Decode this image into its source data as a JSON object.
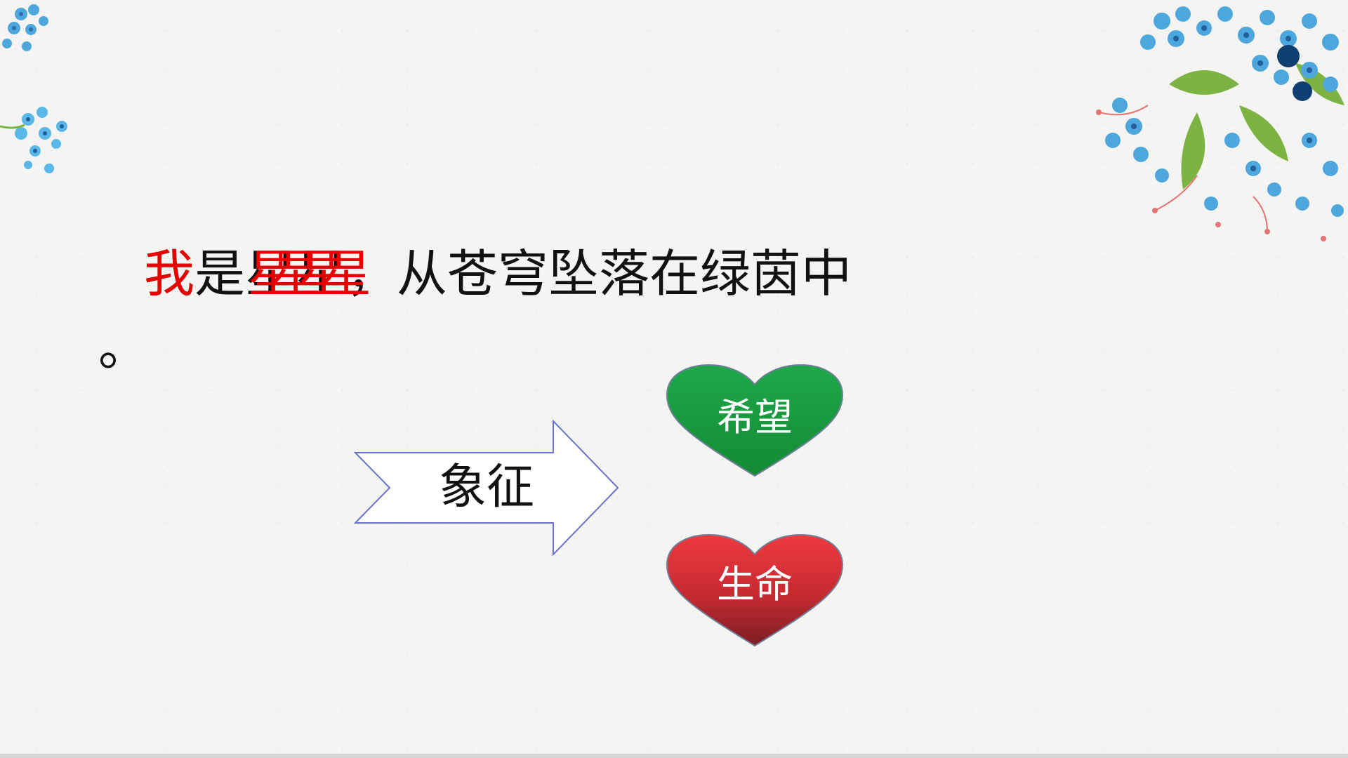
{
  "slide": {
    "main_text": {
      "black_prefix": "我是星星",
      "red_overlay_1": "我",
      "red_overlay_2": "星星",
      "rest": "，从苍穹坠落在绿茵中"
    },
    "period": "。",
    "arrow": {
      "label": "象征",
      "stroke_color": "#6c73c9",
      "fill_color": "#ffffff"
    },
    "hearts": [
      {
        "label": "希望",
        "color_top": "#1fa84a",
        "color_bottom": "#138a35"
      },
      {
        "label": "生命",
        "color_top": "#ee3a3f",
        "color_bottom": "#7c1e24"
      }
    ],
    "decoration": {
      "flower_colors": [
        "#2a87c8",
        "#5ab8e8",
        "#9bd4f2",
        "#7cb342",
        "#e57373"
      ]
    }
  }
}
